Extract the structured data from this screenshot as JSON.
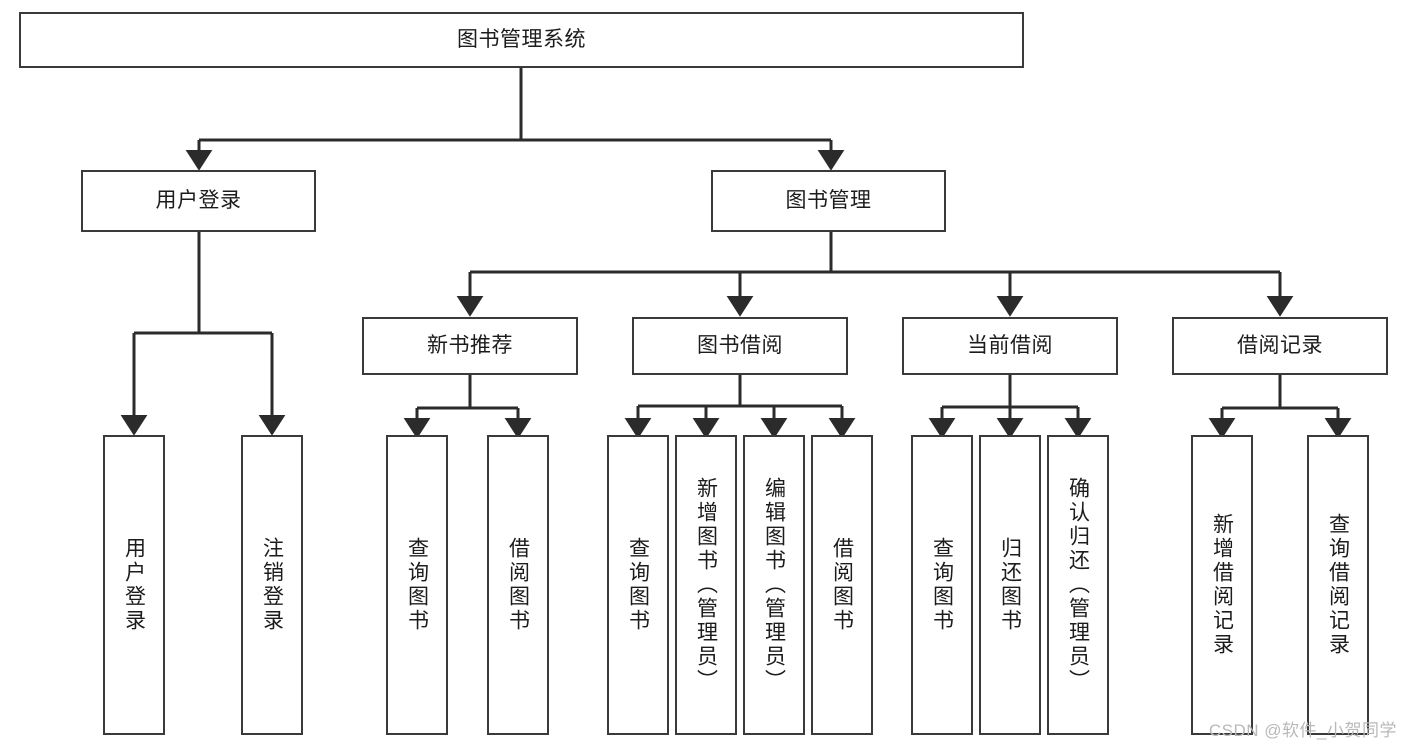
{
  "diagram": {
    "title": "图书管理系统",
    "type": "hierarchy-tree",
    "orientation": "top-down",
    "levels": 4,
    "colors": {
      "box_border": "#3a3a3a",
      "box_fill": "#ffffff",
      "edge": "#2b2b2b",
      "text": "#1c1c1c",
      "watermark": "#b9b9b9"
    },
    "root": {
      "id": "root",
      "label": "图书管理系统"
    },
    "level2": [
      {
        "id": "user-login",
        "label": "用户登录"
      },
      {
        "id": "book-manage",
        "label": "图书管理"
      }
    ],
    "level3": [
      {
        "id": "new-book-recommend",
        "label": "新书推荐",
        "parent": "book-manage"
      },
      {
        "id": "book-borrow",
        "label": "图书借阅",
        "parent": "book-manage"
      },
      {
        "id": "current-borrow",
        "label": "当前借阅",
        "parent": "book-manage"
      },
      {
        "id": "borrow-record",
        "label": "借阅记录",
        "parent": "book-manage"
      }
    ],
    "leaves": {
      "user_login": [
        {
          "id": "leaf-user-login",
          "label": "用户登录"
        },
        {
          "id": "leaf-logout",
          "label": "注销登录"
        }
      ],
      "new_book_recommend": [
        {
          "id": "leaf-query-book-1",
          "label": "查询图书"
        },
        {
          "id": "leaf-borrow-book-1",
          "label": "借阅图书"
        }
      ],
      "book_borrow": [
        {
          "id": "leaf-query-book-2",
          "label": "查询图书"
        },
        {
          "id": "leaf-add-book",
          "label": "新增图书（管理员）"
        },
        {
          "id": "leaf-edit-book",
          "label": "编辑图书（管理员）"
        },
        {
          "id": "leaf-borrow-book-2",
          "label": "借阅图书"
        }
      ],
      "current_borrow": [
        {
          "id": "leaf-query-book-3",
          "label": "查询图书"
        },
        {
          "id": "leaf-return-book",
          "label": "归还图书"
        },
        {
          "id": "leaf-confirm-return",
          "label": "确认归还（管理员）"
        }
      ],
      "borrow_record": [
        {
          "id": "leaf-add-record",
          "label": "新增借阅记录"
        },
        {
          "id": "leaf-query-record",
          "label": "查询借阅记录"
        }
      ]
    }
  },
  "watermark": {
    "text": "CSDN @软件_小贺同学"
  }
}
